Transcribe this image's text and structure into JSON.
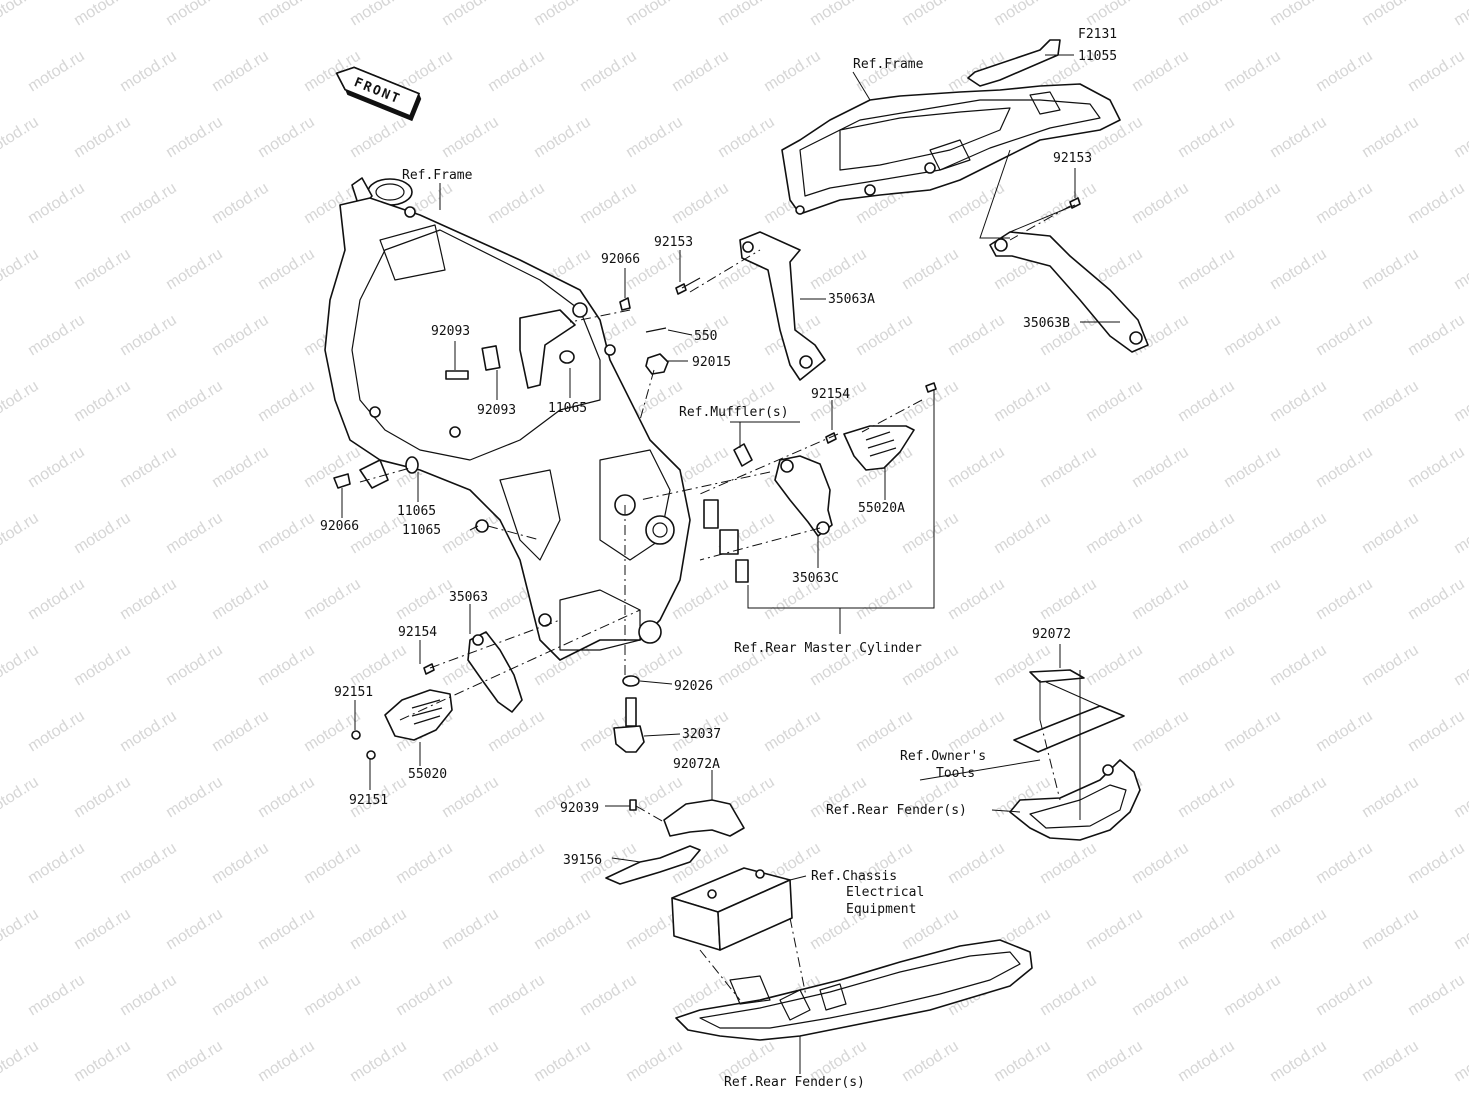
{
  "figure_id": "F2131",
  "watermark": "motod.ru",
  "front_marker": "FRONT",
  "labels": {
    "p11055": "11055",
    "ref_frame_top": "Ref.Frame",
    "ref_frame_left": "Ref.Frame",
    "p92153_r": "92153",
    "p92153_c": "92153",
    "p92066_a": "92066",
    "p35063A": "35063A",
    "p35063B": "35063B",
    "p550": "550",
    "p92015": "92015",
    "p92093_a": "92093",
    "p92093_b": "92093",
    "p11065_a": "11065",
    "p11065_b": "11065",
    "p11065_c": "11065",
    "p92066_b": "92066",
    "ref_muffler": "Ref.Muffler(s)",
    "p92154_a": "92154",
    "p55020A": "55020A",
    "p35063C": "35063C",
    "p35063": "35063",
    "p92154_b": "92154",
    "p92151_a": "92151",
    "p92151_b": "92151",
    "p55020": "55020",
    "p92026": "92026",
    "p32037": "32037",
    "ref_rear_master": "Ref.Rear Master Cylinder",
    "p92072": "92072",
    "ref_owners_tools_1": "Ref.Owner's",
    "ref_owners_tools_2": "Tools",
    "ref_rear_fender_r": "Ref.Rear Fender(s)",
    "p92072A": "92072A",
    "p92039": "92039",
    "p39156": "39156",
    "ref_chassis_1": "Ref.Chassis",
    "ref_chassis_2": "Electrical",
    "ref_chassis_3": "Equipment",
    "ref_rear_fender_b": "Ref.Rear Fender(s)"
  }
}
